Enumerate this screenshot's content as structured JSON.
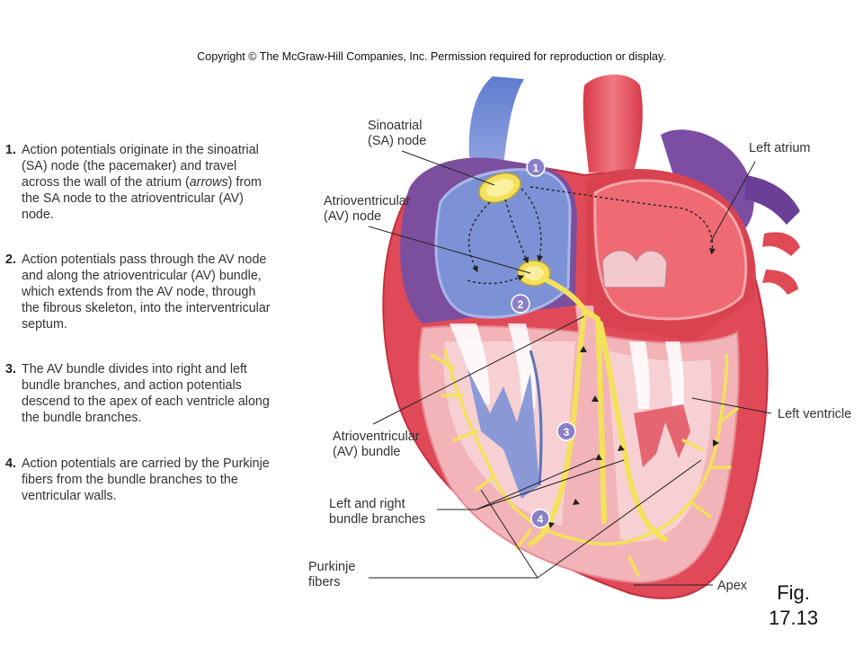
{
  "copyright": "Copyright © The McGraw-Hill Companies, Inc. Permission required for reproduction or display.",
  "steps": [
    {
      "num": "1.",
      "pre": "Action potentials originate in the sinoatrial (SA) node (the pacemaker) and travel across the wall of the atrium (",
      "em": "arrows",
      "post": ") from the SA node to the atrioventricular (AV) node."
    },
    {
      "num": "2.",
      "text": "Action potentials pass through the AV node and along the atrioventricular (AV) bundle, which extends from the AV node, through the fibrous skeleton, into the interventricular septum."
    },
    {
      "num": "3.",
      "text": "The AV bundle divides into right and left bundle branches, and action potentials descend to the apex of each ventricle along the bundle branches."
    },
    {
      "num": "4.",
      "text": "Action potentials are carried by the Purkinje fibers from the bundle branches to the ventricular walls."
    }
  ],
  "labels": {
    "sa_node_1": "Sinoatrial",
    "sa_node_2": "(SA) node",
    "av_node_1": "Atrioventricular",
    "av_node_2": "(AV) node",
    "left_atrium": "Left atrium",
    "left_ventricle": "Left ventricle",
    "av_bundle_1": "Atrioventricular",
    "av_bundle_2": "(AV) bundle",
    "bundle_branches_1": "Left and right",
    "bundle_branches_2": "bundle branches",
    "purkinje_1": "Purkinje",
    "purkinje_2": "fibers",
    "apex": "Apex"
  },
  "markers": [
    "1",
    "2",
    "3",
    "4"
  ],
  "figure": {
    "line1": "Fig.",
    "line2": "17.13"
  },
  "colors": {
    "conduction_yellow": "#f3e15a",
    "right_side_blue": "#7d92d6",
    "left_side_red": "#e8626b",
    "myocardium_pink": "#f2b4b8",
    "marker_purple": "#8a80c8"
  }
}
